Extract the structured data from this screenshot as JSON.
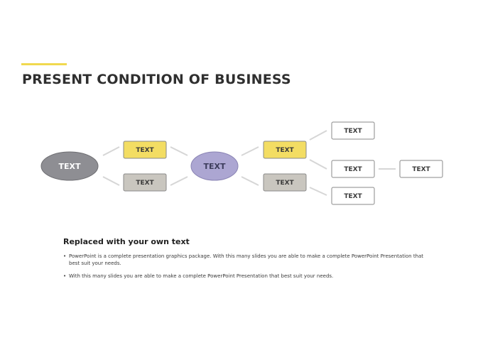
{
  "title": "PRESENT CONDITION OF BUSINESS",
  "diagram": {
    "root": "TEXT",
    "branch_a": {
      "top": "TEXT",
      "bottom": "TEXT"
    },
    "hub": "TEXT",
    "branch_b": {
      "top": "TEXT",
      "bottom": "TEXT"
    },
    "outputs": {
      "top": "TEXT",
      "middle": "TEXT",
      "bottom": "TEXT"
    },
    "final": "TEXT"
  },
  "colors": {
    "accent": "#f0d94f",
    "yellow_box": "#f3dd63",
    "gray_box": "#c9c6bf",
    "gray_ellipse": "#8e8e93",
    "purple_ellipse": "#aca6d2",
    "connector": "#d6d6d6"
  },
  "body": {
    "heading": "Replaced with your own text",
    "bullets": [
      "PowerPoint is a complete presentation graphics package. With this many slides you are able to make a complete PowerPoint Presentation that best suit your needs.",
      "With this many slides you are able to make a complete PowerPoint Presentation that best suit your needs."
    ]
  }
}
